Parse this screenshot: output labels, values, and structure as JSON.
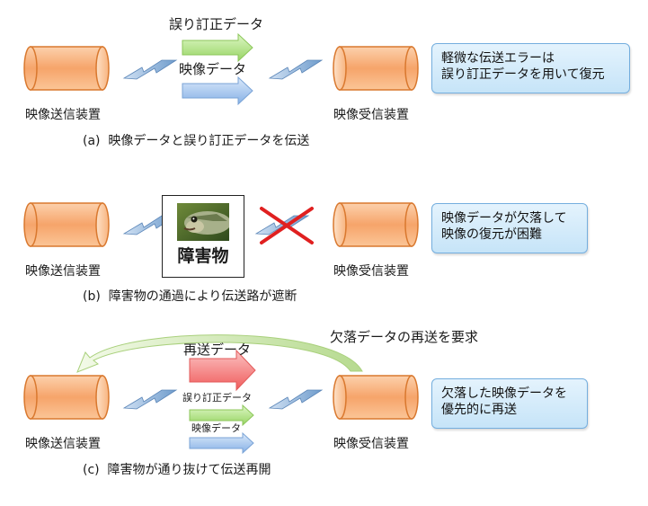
{
  "panel_a": {
    "sender_label": "映像送信装置",
    "receiver_label": "映像受信装置",
    "ecc_arrow_label": "誤り訂正データ",
    "video_arrow_label": "映像データ",
    "note_lines": [
      "軽微な伝送エラーは",
      "誤り訂正データを用いて復元"
    ],
    "caption": "(a)  映像データと誤り訂正データを伝送"
  },
  "panel_b": {
    "sender_label": "映像送信装置",
    "receiver_label": "映像受信装置",
    "obstacle_label": "障害物",
    "note_lines": [
      "映像データが欠落して",
      "映像の復元が困難"
    ],
    "caption": "(b)  障害物の通過により伝送路が遮断"
  },
  "panel_c": {
    "sender_label": "映像送信装置",
    "receiver_label": "映像受信装置",
    "request_label": "欠落データの再送を要求",
    "resend_arrow_label": "再送データ",
    "ecc_arrow_label": "誤り訂正データ",
    "video_arrow_label": "映像データ",
    "note_lines": [
      "欠落した映像データを",
      "優先的に再送"
    ],
    "caption": "(c)  障害物が通り抜けて伝送再開"
  },
  "colors": {
    "device_fill": "#f9b27c",
    "device_stroke": "#d9782e",
    "wave_fill": "#8fb6de",
    "ecc_arrow": "#b4e38a",
    "video_arrow": "#9fc3ec",
    "resend_arrow": "#f77d7d",
    "cross": "#e02020",
    "note_border": "#74aede"
  },
  "icons": {
    "sender": "cylinder-device-icon",
    "receiver": "cylinder-device-icon",
    "link": "lightning-wave-icon",
    "obstacle": "fish-photo-icon",
    "blocked": "red-cross-icon"
  }
}
